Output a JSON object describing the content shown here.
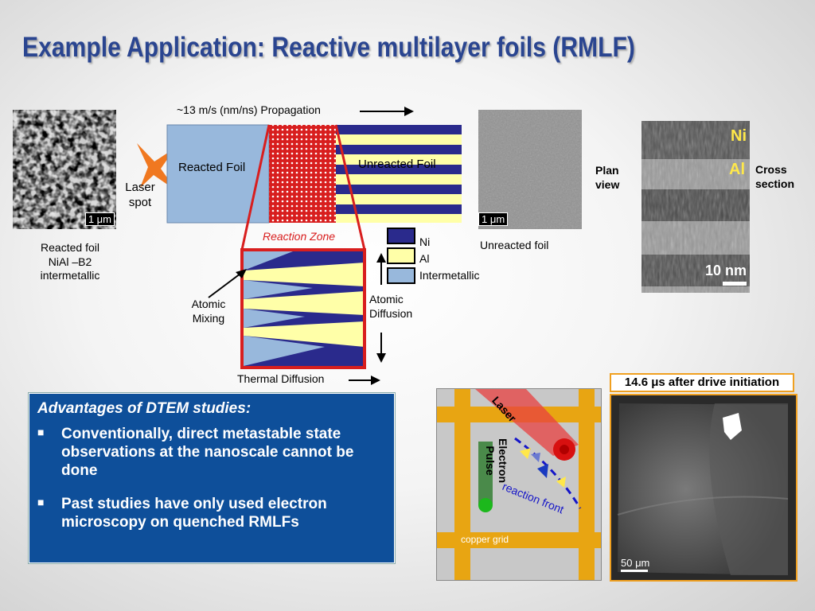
{
  "title": "Example Application: Reactive multilayer foils (RMLF)",
  "propagation_label": "~13 m/s (nm/ns) Propagation",
  "foil": {
    "reacted_label": "Reacted Foil",
    "unreacted_label": "Unreacted Foil",
    "reaction_zone_label": "Reaction Zone"
  },
  "laser_spot": "Laser\nspot",
  "reacted_foil_caption": "Reacted foil\nNiAl –B2\nintermetallic",
  "unreacted_foil_caption": "Unreacted foil",
  "scalebar_1um": "1 μm",
  "plan_view": "Plan\nview",
  "cross_section": "Cross\nsection",
  "cross_ni": "Ni",
  "cross_al": "Al",
  "cross_scale": "10 nm",
  "legend": {
    "ni": "Ni",
    "al": "Al",
    "intermetallic": "Intermetallic"
  },
  "colors": {
    "ni": "#2a2a8c",
    "al": "#ffffa8",
    "intermetallic": "#98b8dc",
    "reaction": "#d81e1e",
    "laser_star": "#f07820",
    "panel_blue": "#0e4f9a",
    "grid_orange": "#e8a512"
  },
  "atomic_mixing": "Atomic\nMixing",
  "atomic_diffusion": "Atomic\nDiffusion",
  "thermal_diffusion": "Thermal Diffusion",
  "advantages": {
    "title": "Advantages of DTEM studies:",
    "bullets": [
      "Conventionally, direct metastable state observations at the nanoscale cannot be done",
      "Past studies have only used electron microscopy on quenched RMLFs"
    ]
  },
  "schematic": {
    "laser": "Laser",
    "electron_pulse": "Electron\nPulse",
    "reaction_front": "reaction front",
    "copper_grid": "copper grid"
  },
  "tem": {
    "time_label": "14.6 μs after drive initiation",
    "scale": "50 μm"
  }
}
